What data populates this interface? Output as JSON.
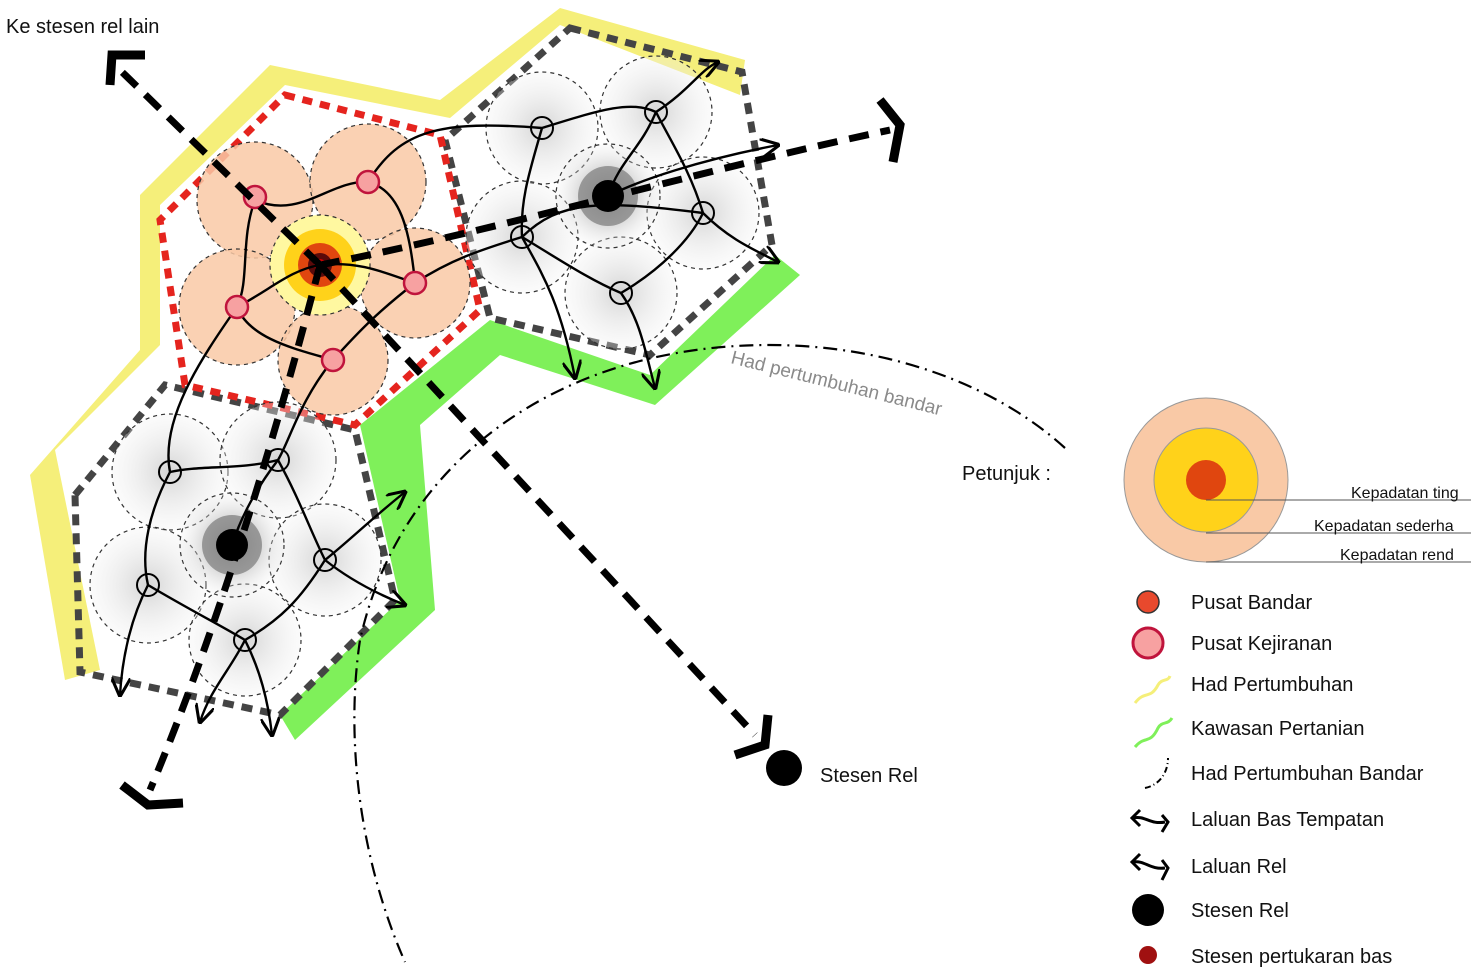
{
  "labels": {
    "to_other_station": "Ke stesen rel lain",
    "growth_limit_arc": "Had pertumbuhan bandar",
    "rail_station": "Stesen Rel"
  },
  "legend": {
    "title": "Petunjuk :",
    "density": {
      "high": "Kepadatan ting",
      "medium": "Kepadatan sederha",
      "low": "Kepadatan rend"
    },
    "items": [
      {
        "label": "Pusat Bandar",
        "symbol": "city-centre-icon"
      },
      {
        "label": "Pusat Kejiranan",
        "symbol": "neighbourhood-centre-icon"
      },
      {
        "label": "Had Pertumbuhan",
        "symbol": "growth-boundary-icon"
      },
      {
        "label": "Kawasan Pertanian",
        "symbol": "agricultural-area-icon"
      },
      {
        "label": "Had Pertumbuhan Bandar",
        "symbol": "urban-growth-limit-icon"
      },
      {
        "label": "Laluan Bas Tempatan",
        "symbol": "local-bus-route-icon"
      },
      {
        "label": "Laluan Rel",
        "symbol": "rail-route-icon"
      },
      {
        "label": "Stesen Rel",
        "symbol": "rail-station-icon"
      },
      {
        "label": "Stesen pertukaran bas",
        "symbol": "bus-interchange-icon"
      }
    ]
  },
  "colors": {
    "growth_boundary": "#f5ef7a",
    "agricultural": "#7ff05a",
    "high_density": "#e0460f",
    "medium_density": "#ffd21a",
    "low_density": "#f9c9a6",
    "city_centre": "#e8492d",
    "neighbourhood": "#f7a1a1",
    "town_boundary": "#e5241e",
    "suburb_boundary": "#444444"
  }
}
